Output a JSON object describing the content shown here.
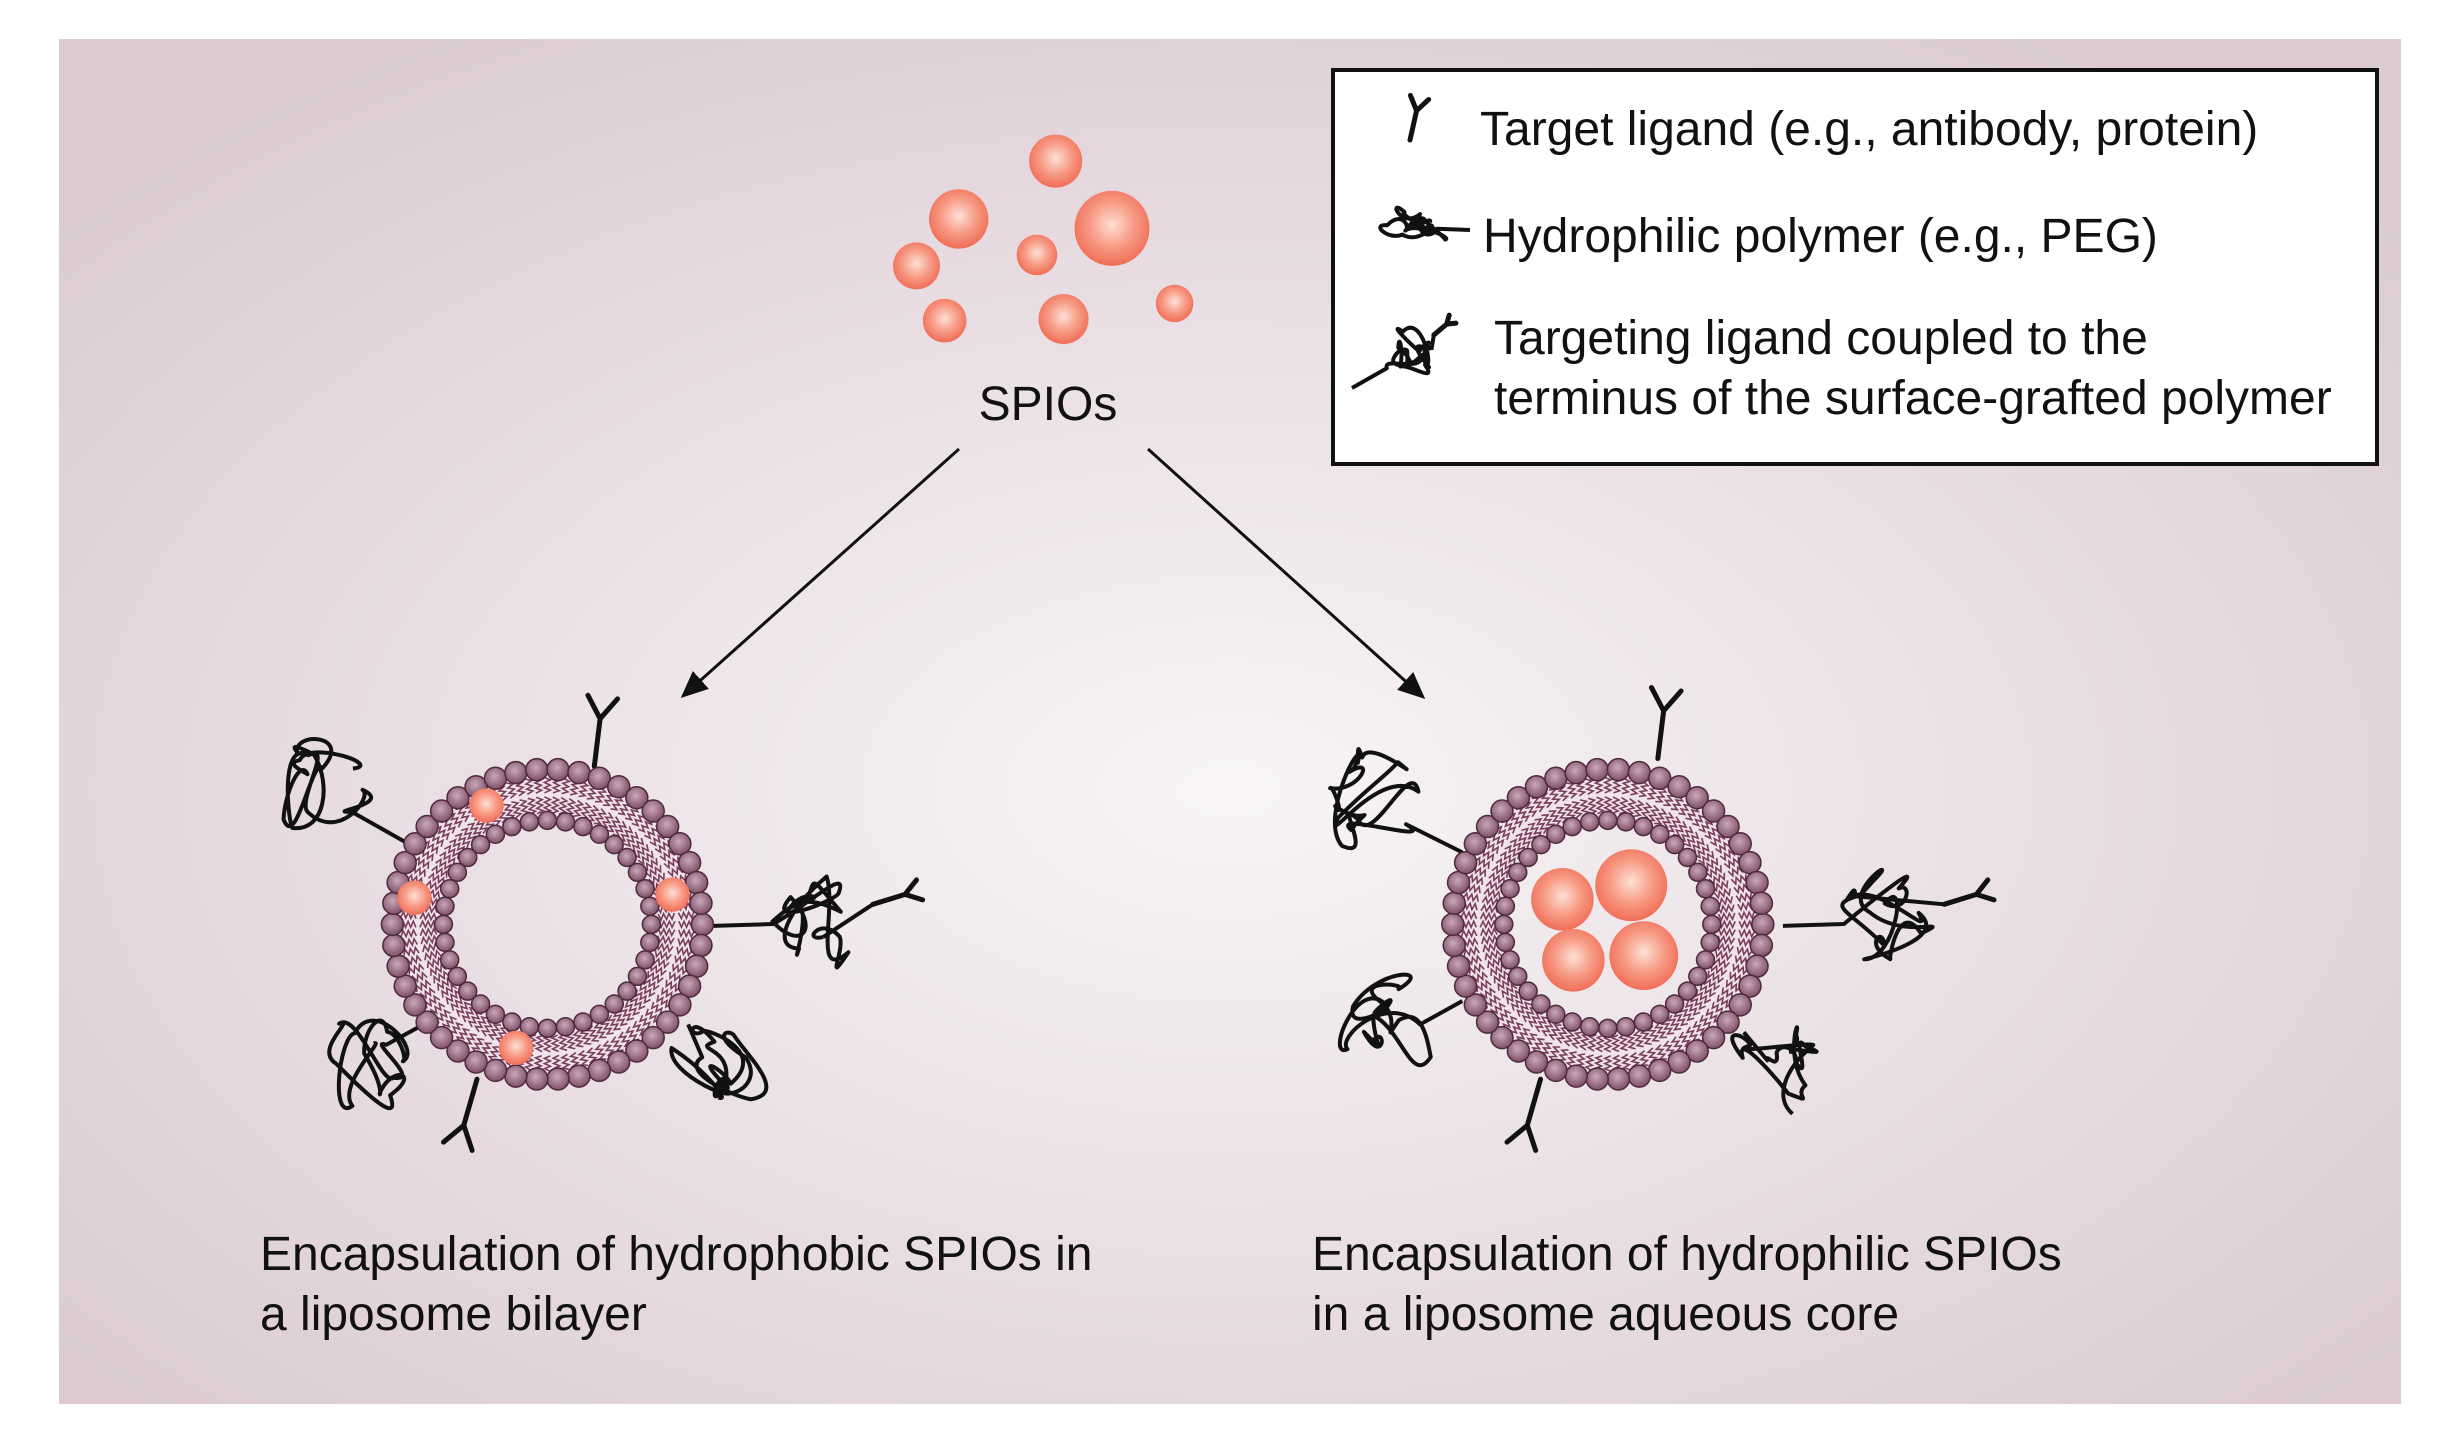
{
  "legend": {
    "items": [
      {
        "icon": "target-ligand-icon",
        "lines": [
          "Target ligand (e.g., antibody, protein)"
        ]
      },
      {
        "icon": "hydrophilic-polymer-icon",
        "lines": [
          "Hydrophilic polymer (e.g., PEG)"
        ]
      },
      {
        "icon": "ligand-polymer-icon",
        "lines": [
          "Targeting ligand coupled to the",
          "terminus of the surface-grafted polymer"
        ]
      }
    ]
  },
  "spios_label": "SPIOs",
  "captions": {
    "left": [
      "Encapsulation of hydrophobic SPIOs in",
      "a liposome bilayer"
    ],
    "right": [
      "Encapsulation of hydrophilic SPIOs",
      "in a liposome aqueous core"
    ]
  },
  "colors": {
    "background_center": "#f8f5f6",
    "background_edge": "#dccbd3",
    "spio": "#f4826c",
    "spio_highlight": "#fde0d6",
    "lipid_head": "#8e5f78",
    "lipid_tail": "#7a3d5c",
    "ink": "#111111"
  }
}
